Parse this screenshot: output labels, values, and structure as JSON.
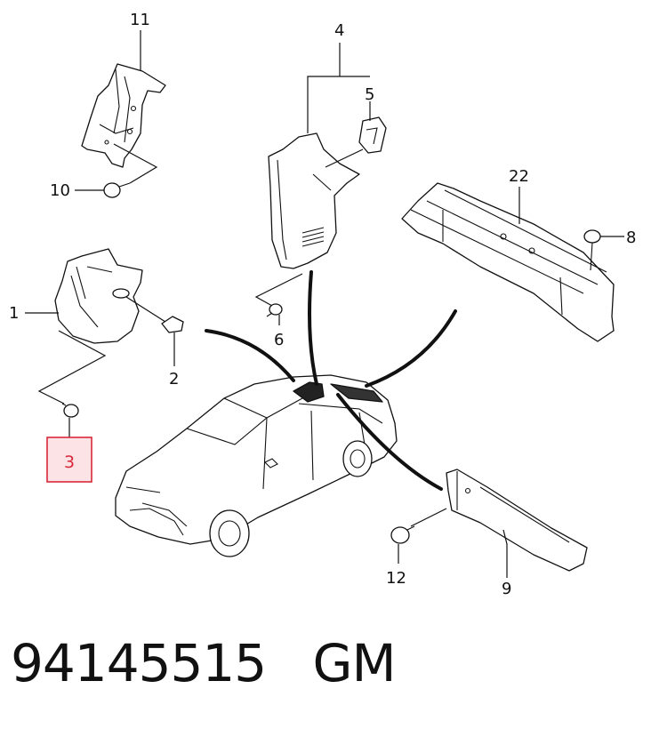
{
  "callouts": {
    "c1": "1",
    "c2": "2",
    "c3": "3",
    "c4": "4",
    "c5": "5",
    "c6": "6",
    "c8": "8",
    "c9": "9",
    "c10": "10",
    "c11": "11",
    "c12": "12",
    "c22": "22"
  },
  "highlight": {
    "color": "#d8283a",
    "fill": "#fbe3e6"
  },
  "footer": {
    "part_number": "94145515",
    "brand": "GM"
  }
}
